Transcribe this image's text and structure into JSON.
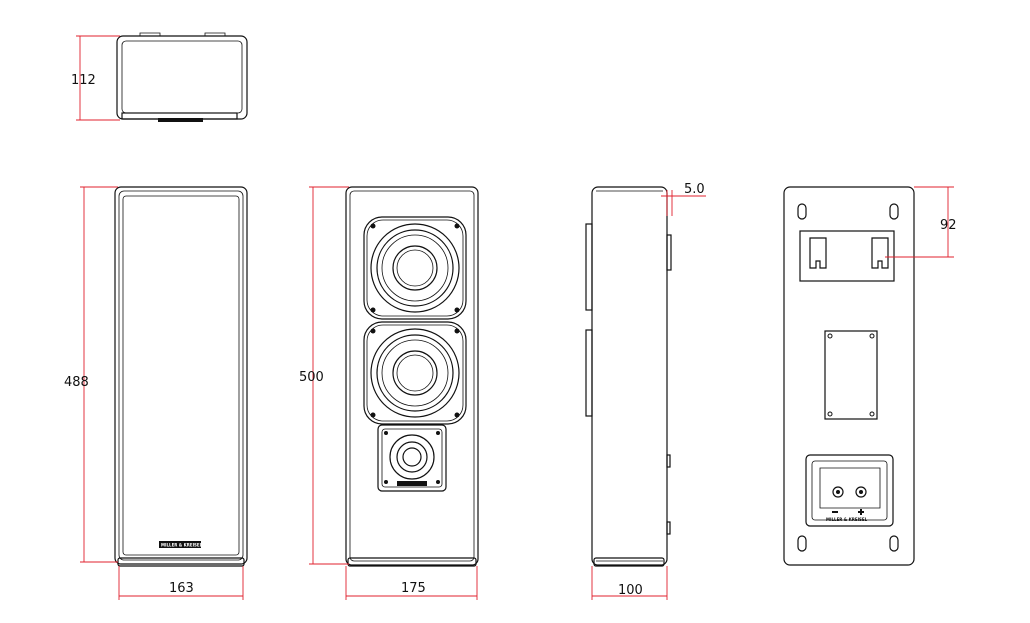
{
  "dimensions": {
    "top_depth": "112",
    "side_height": "488",
    "side_width": "163",
    "front_height": "500",
    "front_width": "175",
    "profile_depth": "100",
    "profile_offset": "5.0",
    "back_mount": "92"
  },
  "branding": {
    "logo_text": "MILLER & KREISEL"
  },
  "colors": {
    "dimension_lines": "#e0202c",
    "outline": "#111111"
  }
}
